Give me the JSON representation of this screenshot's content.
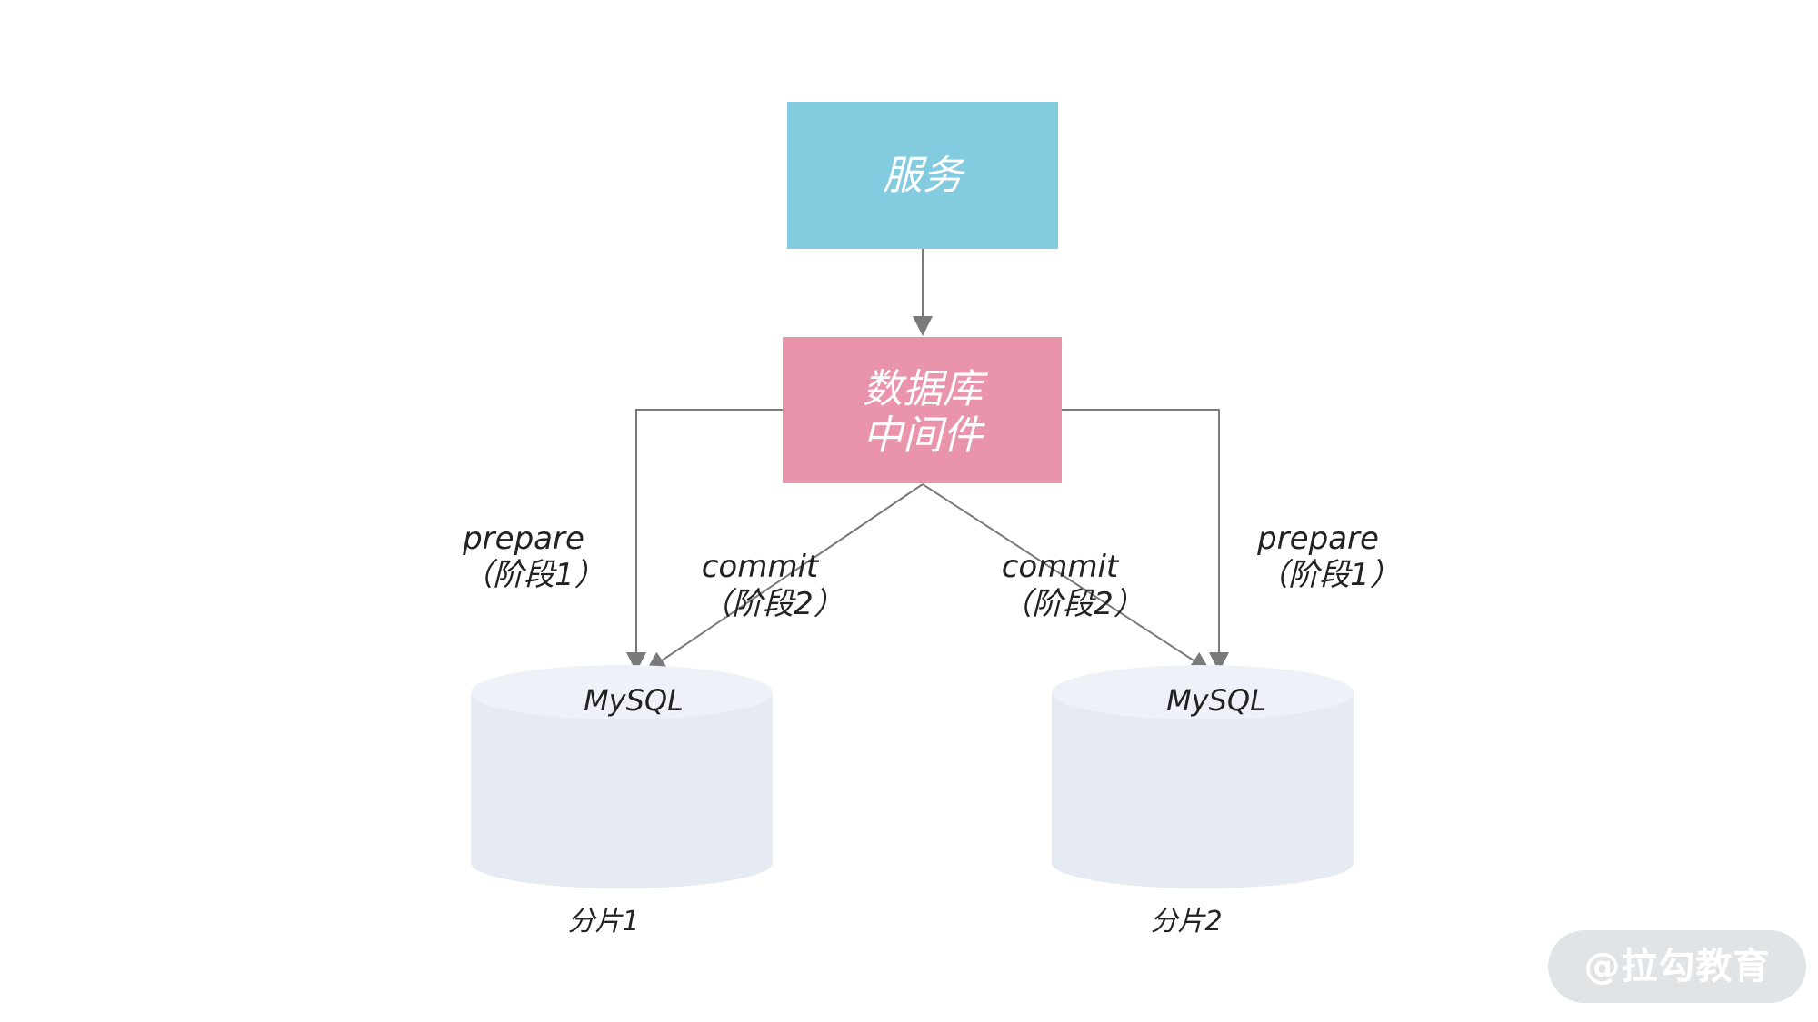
{
  "diagram": {
    "nodes": {
      "service": {
        "label": "服务",
        "fill": "#83cbdf"
      },
      "middleware": {
        "lines": [
          "数据库",
          "中间件"
        ],
        "fill": "#ea94ab"
      },
      "db_left": {
        "label": "MySQL",
        "caption": "分片1"
      },
      "db_right": {
        "label": "MySQL",
        "caption": "分片2"
      }
    },
    "edges": {
      "prepare_left": {
        "lines": [
          "prepare",
          "（阶段1）"
        ]
      },
      "commit_left": {
        "lines": [
          "commit",
          "（阶段2）"
        ]
      },
      "commit_right": {
        "lines": [
          "commit",
          "（阶段2）"
        ]
      },
      "prepare_right": {
        "lines": [
          "prepare",
          "（阶段1）"
        ]
      }
    },
    "colors": {
      "arrow": "#7a7a7a",
      "cylinder_top": "#eef2f8",
      "cylinder_body": "#e6ebf3"
    }
  },
  "watermark": {
    "text": "@拉勾教育"
  }
}
